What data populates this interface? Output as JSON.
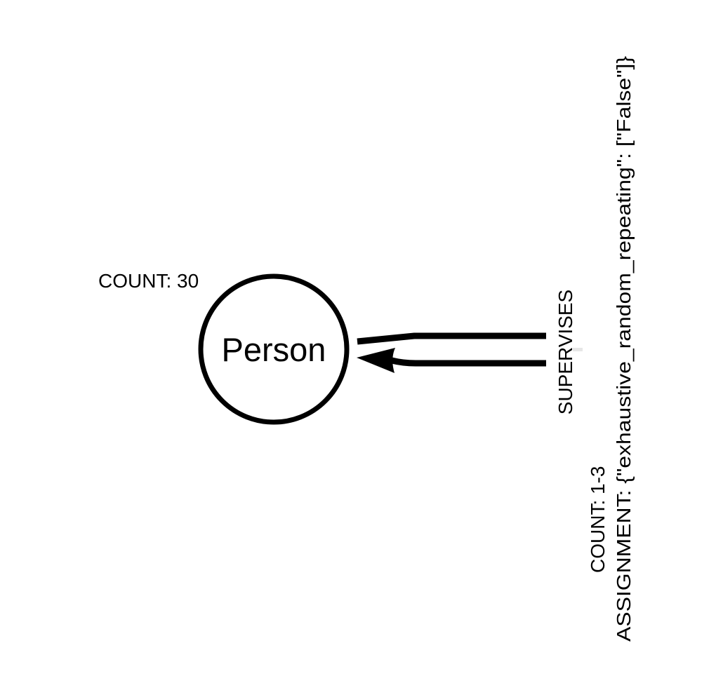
{
  "node": {
    "label": "Person",
    "count_label": "COUNT: 30"
  },
  "relationship": {
    "type_label": "SUPERVISES",
    "count_label": "COUNT: 1-3",
    "assignment_label": "ASSIGNMENT: {\"exhaustive_random_repeating\": [\"False\"]}"
  },
  "colors": {
    "stroke": "#000000",
    "background": "#ffffff"
  }
}
